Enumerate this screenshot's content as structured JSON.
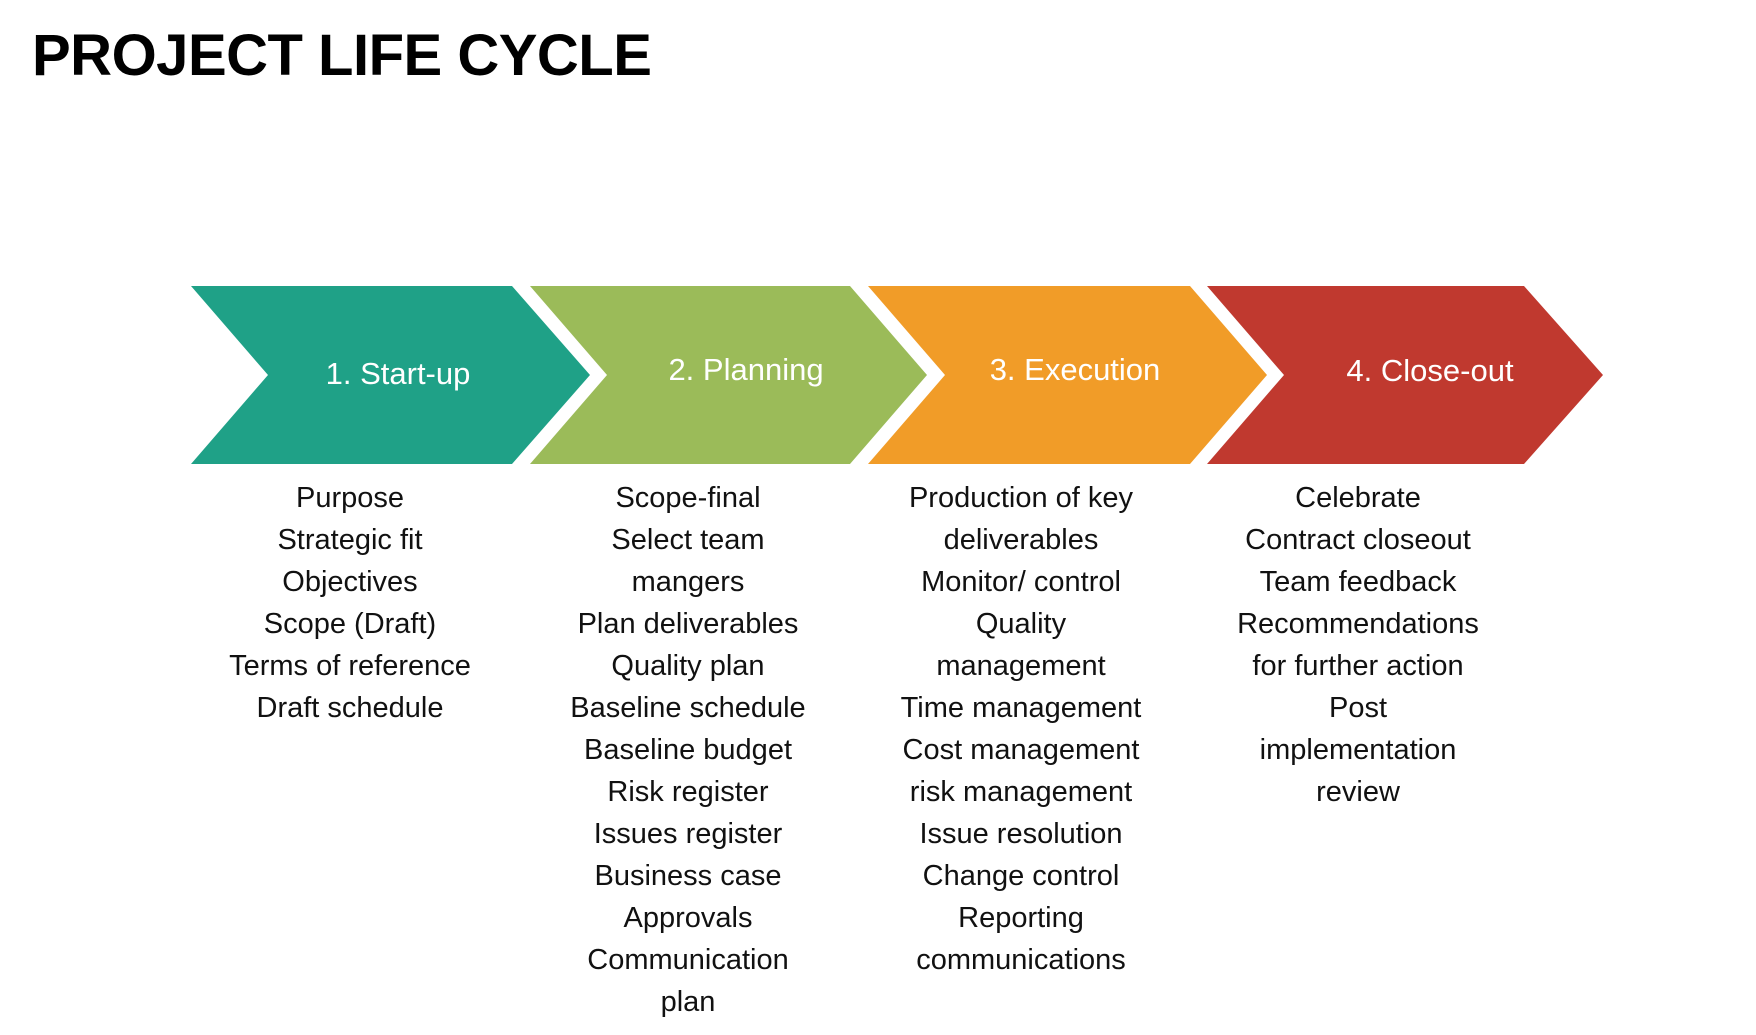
{
  "title": "PROJECT LIFE CYCLE",
  "phases": [
    {
      "label": "1. Start-up",
      "color": "#1FA187",
      "items": [
        "Purpose",
        "Strategic fit",
        "Objectives",
        "Scope (Draft)",
        "Terms of reference",
        "Draft schedule"
      ]
    },
    {
      "label": "2. Planning",
      "color": "#9BBB59",
      "items": [
        "Scope-final",
        "Select team",
        "mangers",
        "Plan deliverables",
        "Quality plan",
        "Baseline schedule",
        "Baseline budget",
        "Risk register",
        "Issues register",
        "Business case",
        "Approvals",
        "Communication",
        "plan"
      ]
    },
    {
      "label": "3. Execution",
      "color": "#F19C28",
      "items": [
        "Production of key",
        "deliverables",
        "Monitor/ control",
        "Quality",
        "management",
        "Time management",
        "Cost management",
        "risk management",
        "Issue resolution",
        "Change control",
        "Reporting",
        "communications"
      ]
    },
    {
      "label": "4. Close-out",
      "color": "#C0392F",
      "items": [
        "Celebrate",
        "Contract closeout",
        "Team feedback",
        "Recommendations",
        "for further action",
        "Post",
        "implementation",
        "review"
      ]
    }
  ]
}
